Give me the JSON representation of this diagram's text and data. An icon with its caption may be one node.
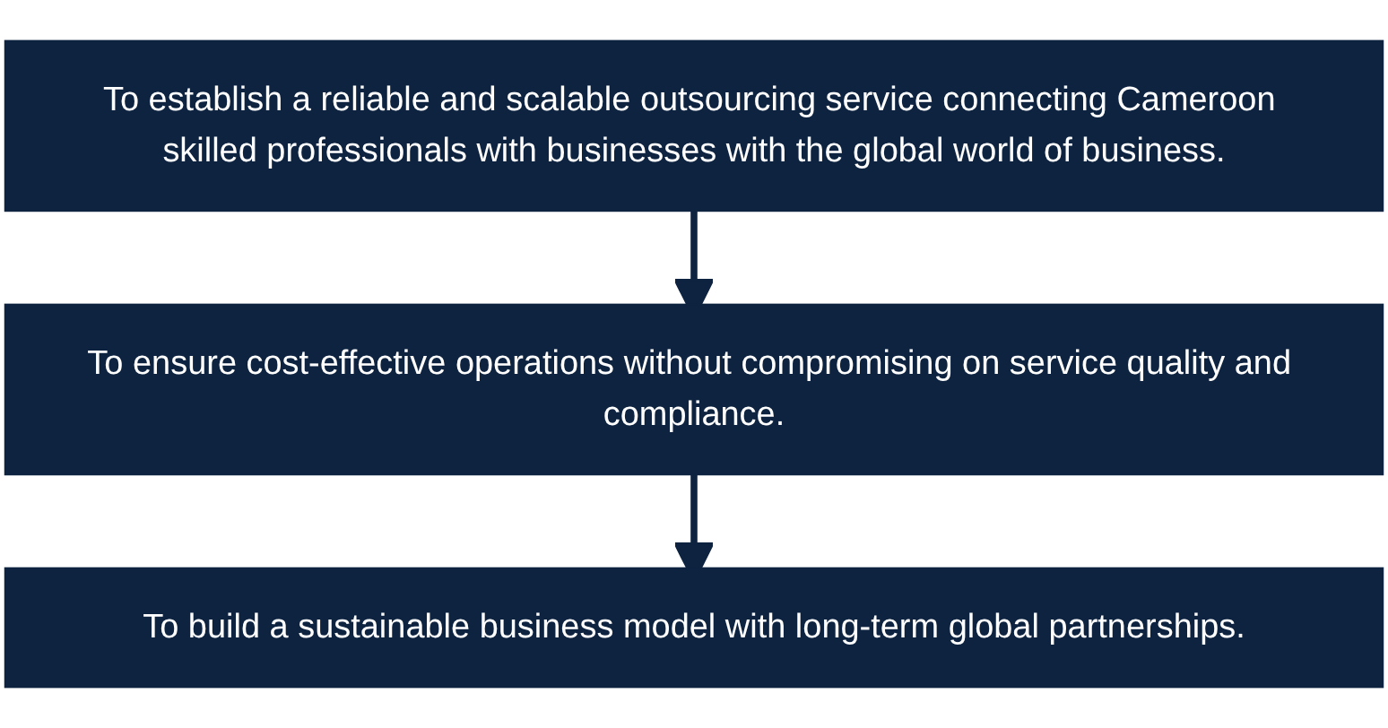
{
  "diagram": {
    "nodes": [
      {
        "text": [
          "To establish a reliable and scalable outsourcing service connecting Cameroon skilled professionals with businesses with the global world of business."
        ]
      },
      {
        "text": [
          "To ensure cost-effective operations without compromising on service quality and compliance."
        ]
      },
      {
        "text": [
          "To build a sustainable business model with long-term global partnerships."
        ]
      }
    ],
    "edges": [
      {
        "from": 0,
        "to": 1,
        "arrow": "to"
      },
      {
        "from": 1,
        "to": 2,
        "arrow": "to"
      }
    ]
  }
}
